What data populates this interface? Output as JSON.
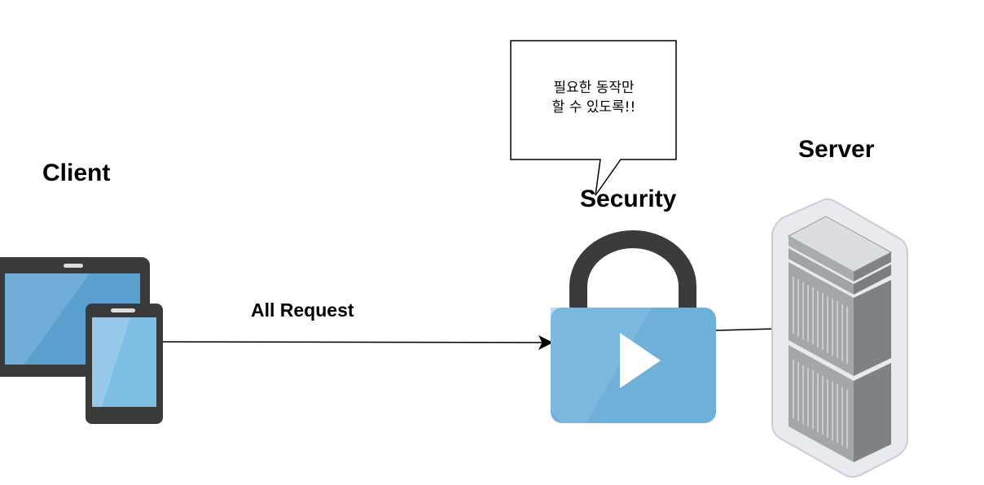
{
  "labels": {
    "client": "Client",
    "server": "Server",
    "security": "Security",
    "request": "All Request"
  },
  "callout": {
    "line1": "필요한 동작만",
    "line2": "할 수 있도록!!"
  },
  "colors": {
    "device_frame": "#3a3a3a",
    "device_screen": "#5b9fcf",
    "lock_shackle": "#3b3b3b",
    "lock_body": "#6fb0d8",
    "server_shell": "#e6e8ee",
    "server_unit": "#8c8f94"
  },
  "icons": {
    "client": "tablet-and-phone-icon",
    "security": "lock-icon",
    "server": "server-rack-icon"
  }
}
